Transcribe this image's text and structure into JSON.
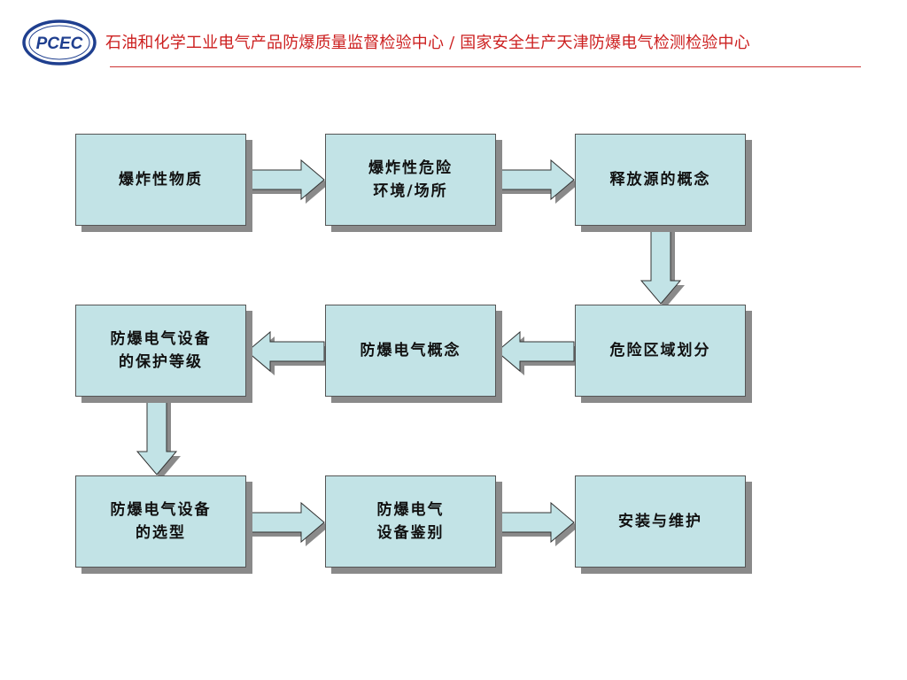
{
  "header": {
    "logo_text": "PCEC",
    "title": "石油和化学工业电气产品防爆质量监督检验中心 / 国家安全生产天津防爆电气检测检验中心"
  },
  "colors": {
    "box_fill": "#c2e3e6",
    "arrow_fill": "#c2e3e6",
    "header_text": "#cc1f1f",
    "logo_blue": "#1f3f8f"
  },
  "flowchart": {
    "nodes": [
      {
        "id": "n1",
        "label": "爆炸性物质"
      },
      {
        "id": "n2",
        "label": "爆炸性危险\n环境/场所"
      },
      {
        "id": "n3",
        "label": "释放源的概念"
      },
      {
        "id": "n4",
        "label": "危险区域划分"
      },
      {
        "id": "n5",
        "label": "防爆电气概念"
      },
      {
        "id": "n6",
        "label": "防爆电气设备\n的保护等级"
      },
      {
        "id": "n7",
        "label": "防爆电气设备\n的选型"
      },
      {
        "id": "n8",
        "label": "防爆电气\n设备鉴别"
      },
      {
        "id": "n9",
        "label": "安装与维护"
      }
    ],
    "edges": [
      {
        "from": "n1",
        "to": "n2"
      },
      {
        "from": "n2",
        "to": "n3"
      },
      {
        "from": "n3",
        "to": "n4"
      },
      {
        "from": "n4",
        "to": "n5"
      },
      {
        "from": "n5",
        "to": "n6"
      },
      {
        "from": "n6",
        "to": "n7"
      },
      {
        "from": "n7",
        "to": "n8"
      },
      {
        "from": "n8",
        "to": "n9"
      }
    ]
  }
}
